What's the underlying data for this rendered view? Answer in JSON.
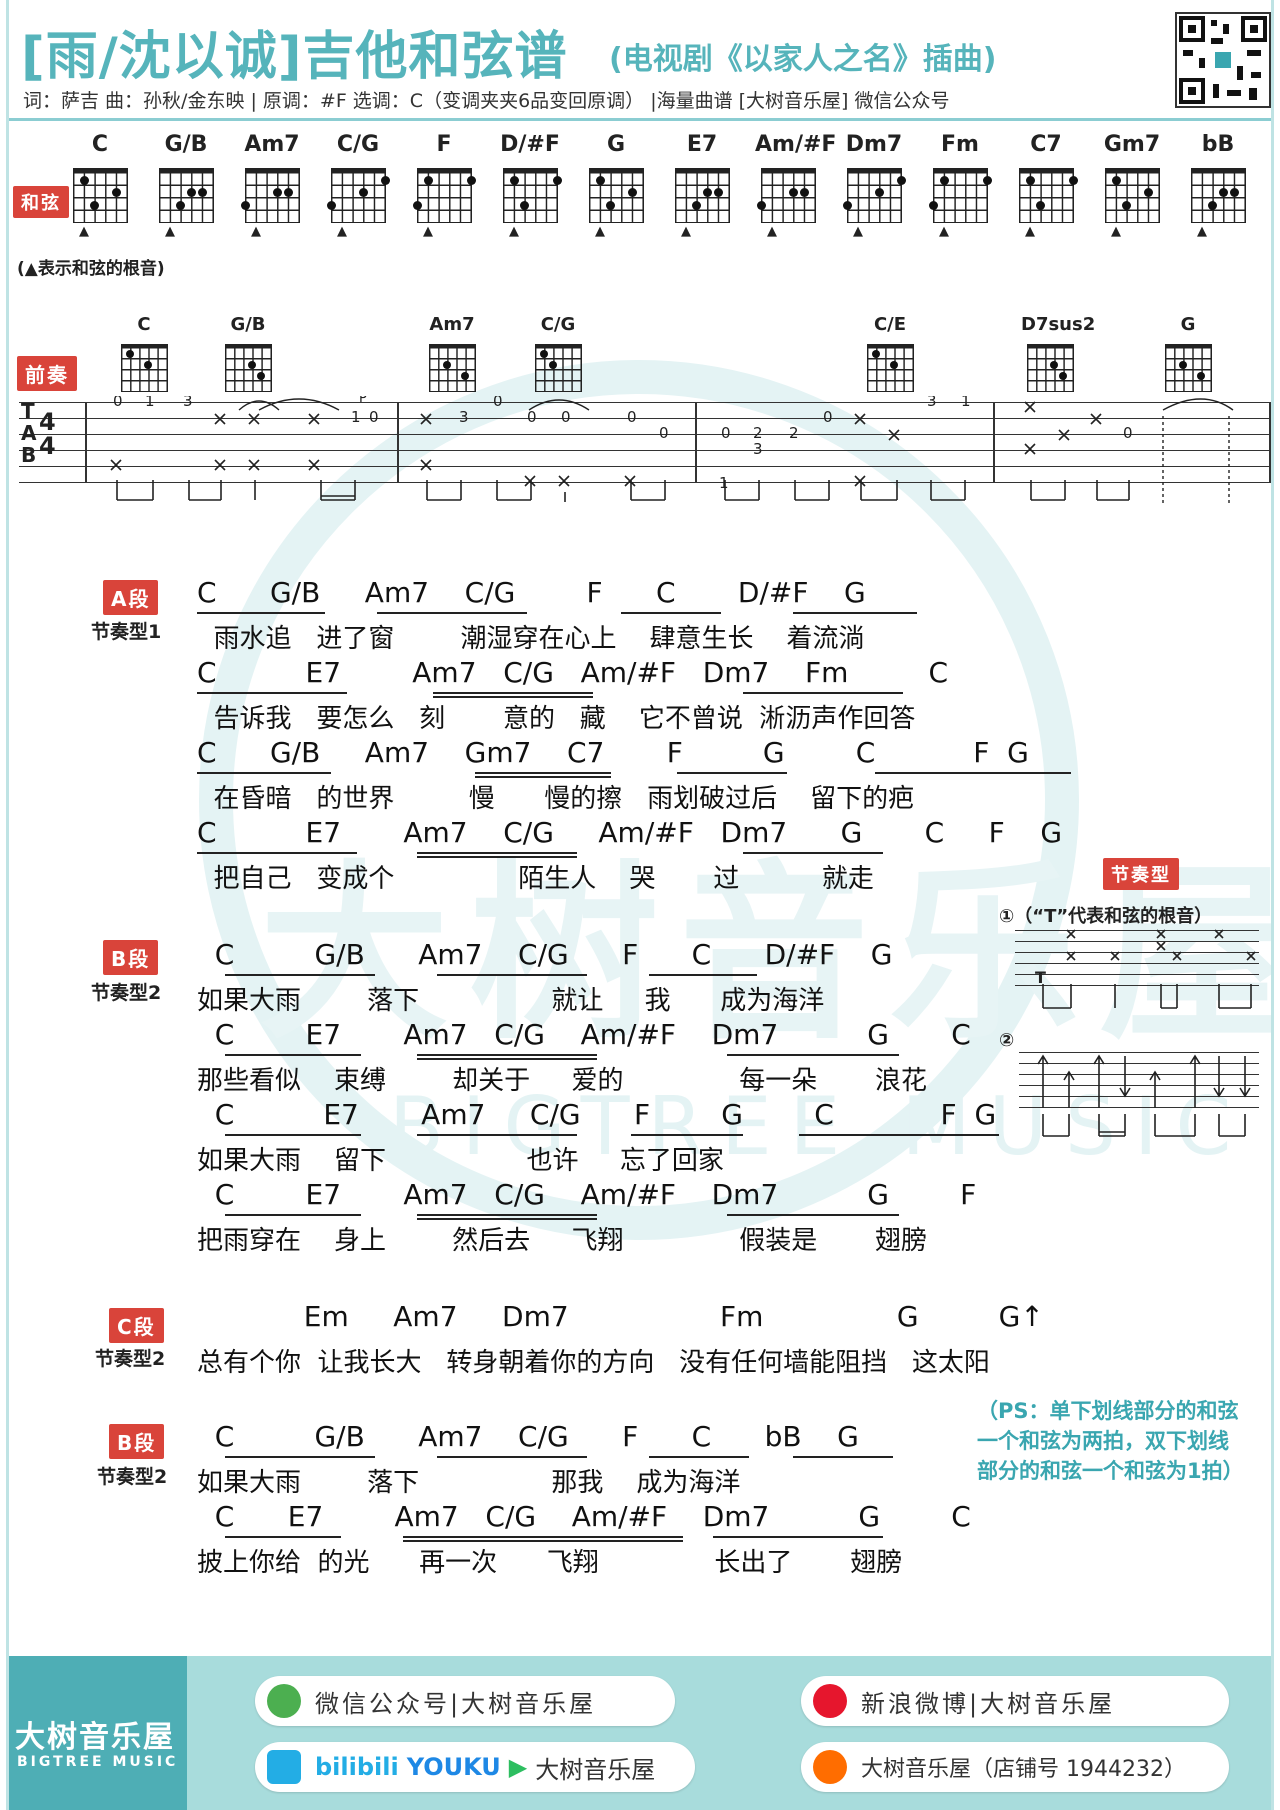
{
  "header": {
    "title": "[雨/沈以诚]吉他和弦谱",
    "subtitle": "(电视剧《以家人之名》插曲)",
    "credits": "词：萨吉  曲：孙秋/金东映 | 原调：#F  选调：C（变调夹夹6品变回原调） |海量曲谱 [大树音乐屋] 微信公众号"
  },
  "chord_label": "和弦",
  "root_note": "(▲表示和弦的根音)",
  "chords": [
    "C",
    "G/B",
    "Am7",
    "C/G",
    "F",
    "D/#F",
    "G",
    "E7",
    "Am/#F",
    "Dm7",
    "Fm",
    "C7",
    "Gm7",
    "bB"
  ],
  "intro": {
    "label": "前奏",
    "chords": [
      "C",
      "G/B",
      "Am7",
      "C/G",
      "C/E",
      "D7sus2",
      "G"
    ]
  },
  "sections": {
    "a_tag": "A段",
    "a_rhythm": "节奏型1",
    "b_tag": "B段",
    "b_rhythm": "节奏型2",
    "c_tag": "C段",
    "c_rhythm": "节奏型2",
    "b2_tag": "B段",
    "b2_rhythm": "节奏型2"
  },
  "lines": [
    {
      "chords": "C      G/B     Am7    C/G        F      C       D/#F    G",
      "lyric": "  雨水追   进了窗        潮湿穿在心上    肆意生长    着流淌"
    },
    {
      "chords": "C          E7        Am7   C/G   Am/#F   Dm7    Fm         C",
      "lyric": "  告诉我   要怎么   刻       意的   藏    它不曾说  淅沥声作回答"
    },
    {
      "chords": "C      G/B     Am7    Gm7    C7       F         G        C           F  G",
      "lyric": "  在昏暗   的世界         慢      慢的擦   雨划破过后    留下的疤"
    },
    {
      "chords": "C          E7       Am7    C/G     Am/#F   Dm7      G       C     F    G",
      "lyric": "  把自己   变成个               陌生人    哭       过          就走"
    },
    {
      "chords": "  C         G/B      Am7    C/G      F      C      D/#F    G",
      "lyric": "如果大雨        落下                就让     我      成为海洋"
    },
    {
      "chords": "  C        E7       Am7   C/G    Am/#F    Dm7          G       C",
      "lyric": "那些看似    束缚        却关于     爱的              每一朵       浪花"
    },
    {
      "chords": "  C          E7       Am7     C/G      F        G        C            F  G",
      "lyric": "如果大雨    留下                 也许     忘了回家"
    },
    {
      "chords": "  C        E7       Am7   C/G    Am/#F    Dm7          G        F",
      "lyric": "把雨穿在    身上        然后去     飞翔              假装是       翅膀"
    },
    {
      "chords": "            Em     Am7     Dm7                 Fm               G         G↑",
      "lyric": "总有个你  让我长大   转身朝着你的方向   没有任何墙能阻挡   这太阳"
    },
    {
      "chords": "  C         G/B      Am7    C/G      F      C      bB    G",
      "lyric": "如果大雨        落下                那我    成为海洋"
    },
    {
      "chords": "  C      E7        Am7   C/G    Am/#F    Dm7          G        C",
      "lyric": "披上你给  的光      再一次      飞翔              长出了       翅膀"
    }
  ],
  "rhythm_box": {
    "tag": "节奏型",
    "legend_1": "①（“T”代表和弦的根音）",
    "legend_2": "②",
    "t_mark": "T"
  },
  "note": {
    "line1": "（PS：单下划线部分的和弦",
    "line2": "一个和弦为两拍，双下划线",
    "line3": "部分的和弦一个和弦为1拍）"
  },
  "footer": {
    "logo": "大树音乐屋",
    "logo_en": "BIGTREE MUSIC",
    "wechat": "微信公众号|大树音乐屋",
    "weibo": "新浪微博|大树音乐屋",
    "video": "大树音乐屋",
    "bilibili": "bilibili",
    "youku": "YOUKU",
    "shop": "大树音乐屋（店铺号 1944232）"
  },
  "tab_clef": "T\nA\nB",
  "time_sig": "4\n4",
  "watermark": "大树音乐屋",
  "watermark_en": "BIGTREE MUSIC",
  "colors": {
    "accent": "#56b4bb",
    "tag_red": "#d9443a",
    "footer": "#a8dcdc"
  }
}
